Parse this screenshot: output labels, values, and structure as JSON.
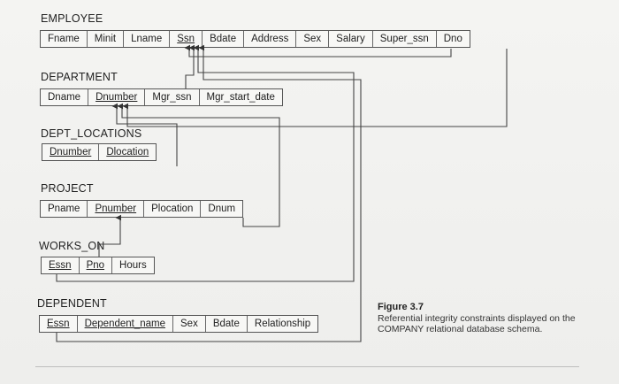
{
  "employee": {
    "name": "EMPLOYEE",
    "attrs": [
      "Fname",
      "Minit",
      "Lname",
      "Ssn",
      "Bdate",
      "Address",
      "Sex",
      "Salary",
      "Super_ssn",
      "Dno"
    ]
  },
  "department": {
    "name": "DEPARTMENT",
    "attrs": [
      "Dname",
      "Dnumber",
      "Mgr_ssn",
      "Mgr_start_date"
    ]
  },
  "dept_locations": {
    "name": "DEPT_LOCATIONS",
    "attrs": [
      "Dnumber",
      "Dlocation"
    ]
  },
  "project": {
    "name": "PROJECT",
    "attrs": [
      "Pname",
      "Pnumber",
      "Plocation",
      "Dnum"
    ]
  },
  "works_on": {
    "name": "WORKS_ON",
    "attrs": [
      "Essn",
      "Pno",
      "Hours"
    ]
  },
  "dependent": {
    "name": "DEPENDENT",
    "attrs": [
      "Essn",
      "Dependent_name",
      "Sex",
      "Bdate",
      "Relationship"
    ]
  },
  "figure": {
    "label": "Figure 3.7",
    "caption": "Referential integrity constraints displayed on the COMPANY relational database schema."
  }
}
